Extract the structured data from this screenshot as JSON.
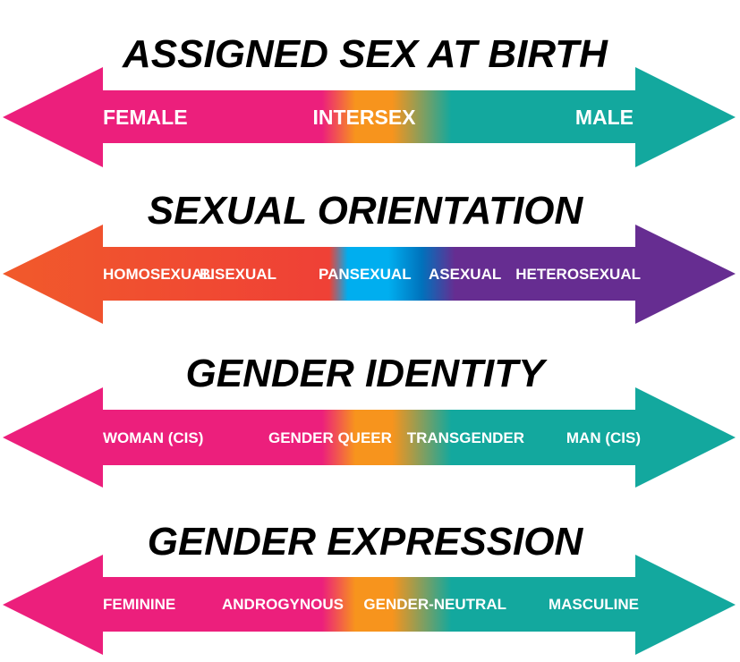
{
  "colors": {
    "pink": "#EC1F7C",
    "orange": "#F7941D",
    "teal": "#13A89E",
    "red_orange": "#F15A2B",
    "red": "#EF4136",
    "cyan": "#00AEEF",
    "blue": "#0072BC",
    "purple": "#662D91"
  },
  "spectra": [
    {
      "title": "ASSIGNED SEX AT BIRTH",
      "labels": [
        "FEMALE",
        "INTERSEX",
        "MALE"
      ]
    },
    {
      "title": "SEXUAL ORIENTATION",
      "labels": [
        "HOMOSEXUAL",
        "BISEXUAL",
        "PANSEXUAL",
        "ASEXUAL",
        "HETEROSEXUAL"
      ]
    },
    {
      "title": "GENDER IDENTITY",
      "labels": [
        "WOMAN (CIS)",
        "GENDER QUEER",
        "TRANSGENDER",
        "MAN (CIS)"
      ]
    },
    {
      "title": "GENDER EXPRESSION",
      "labels": [
        "FEMININE",
        "ANDROGYNOUS",
        "GENDER-NEUTRAL",
        "MASCULINE"
      ]
    }
  ]
}
